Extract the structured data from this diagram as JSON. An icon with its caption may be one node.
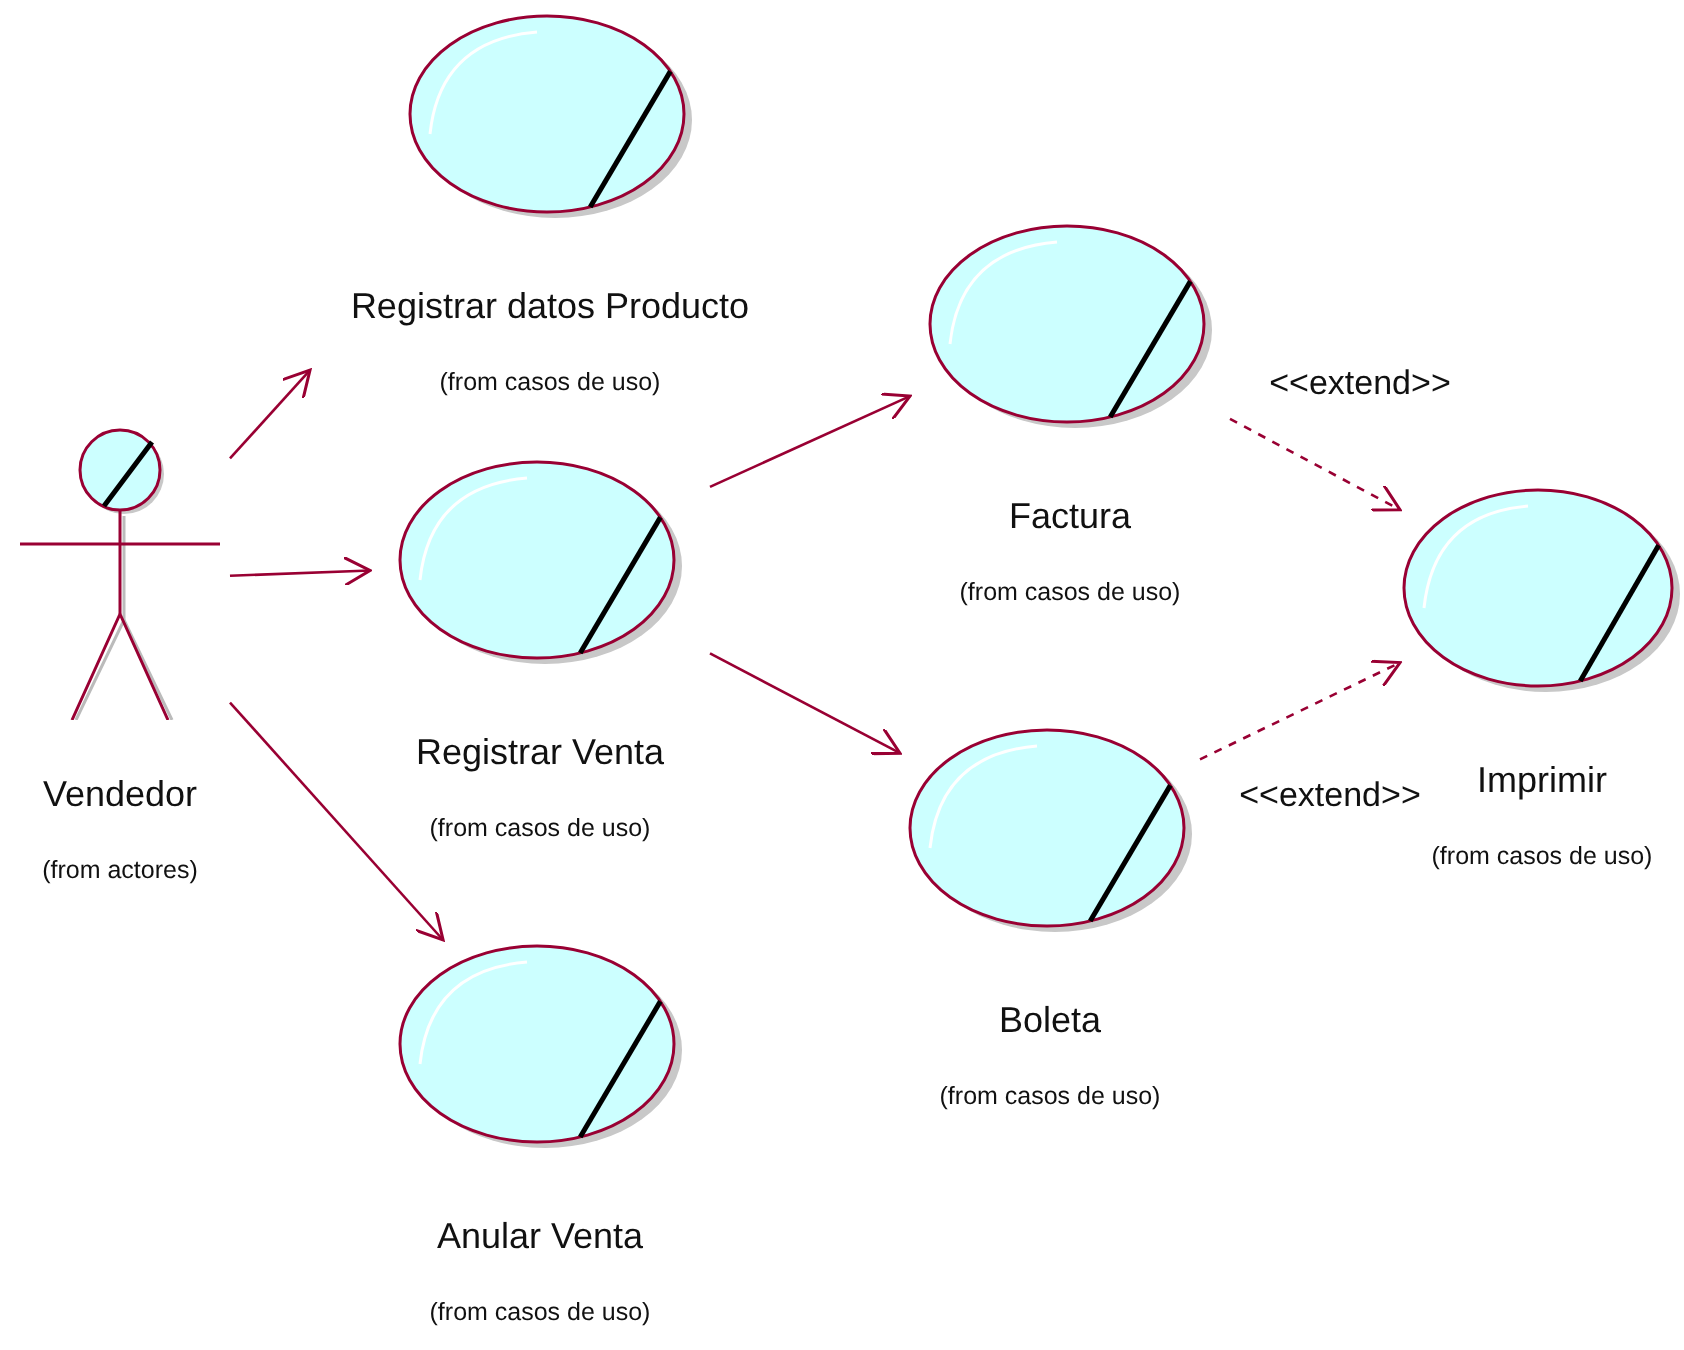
{
  "diagram": {
    "nodes": [
      {
        "text": [
          "Vendedor",
          "(from actores)"
        ]
      },
      {
        "text": [
          "Registrar datos Producto",
          "(from casos de uso)"
        ]
      },
      {
        "text": [
          "Registrar Venta",
          "(from casos de uso)"
        ]
      },
      {
        "text": [
          "Anular Venta",
          "(from casos de uso)"
        ]
      },
      {
        "text": [
          "Factura",
          "(from casos de uso)"
        ]
      },
      {
        "text": [
          "Boleta",
          "(from casos de uso)"
        ]
      },
      {
        "text": [
          "Imprimir",
          "(from casos de uso)"
        ]
      }
    ],
    "edges": [
      {
        "from": 0,
        "to": 1,
        "arrow": "to"
      },
      {
        "from": 0,
        "to": 2,
        "arrow": "to"
      },
      {
        "from": 0,
        "to": 3,
        "arrow": "to"
      },
      {
        "from": 2,
        "to": 4,
        "arrow": "to"
      },
      {
        "from": 2,
        "to": 5,
        "arrow": "to"
      },
      {
        "from": 4,
        "to": 6,
        "arrow": "to",
        "label": "<<extend>>",
        "style": "dashed"
      },
      {
        "from": 5,
        "to": 6,
        "arrow": "to",
        "label": "<<extend>>",
        "style": "dashed"
      }
    ]
  }
}
